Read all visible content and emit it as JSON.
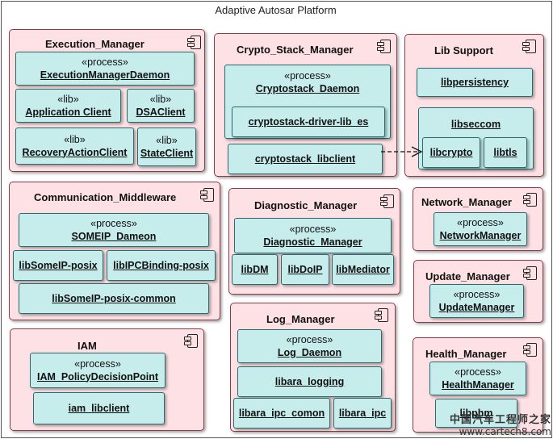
{
  "frame_title": "Adaptive Autosar Platform",
  "stereo_process": "«process»",
  "stereo_lib": "«lib»",
  "execution": {
    "title": "Execution_Manager",
    "daemon": "ExecutionManagerDaemon",
    "app_client": "Application Client",
    "dsa_client": "DSAClient",
    "recovery_client": "RecoveryActionClient",
    "state_client": "StateClient"
  },
  "crypto": {
    "title": "Crypto_Stack_Manager",
    "daemon": "Cryptostack_Daemon",
    "driver_lib": "cryptostack-driver-lib_es",
    "libclient": "cryptostack_libclient"
  },
  "libsupport": {
    "title": "Lib Support",
    "persistency": "libpersistency",
    "libseccom": "libseccom",
    "libcrypto": "libcrypto",
    "libtls": "libtls"
  },
  "communication": {
    "title": "Communication_Middleware",
    "someip_daemon": "SOMEIP_Dameon",
    "someip_posix": "libSomeIP-posix",
    "ipc_binding": "libIPCBinding-posix",
    "someip_common": "libSomeIP-posix-common"
  },
  "diagnostic": {
    "title": "Diagnostic_Manager",
    "process": "Diagnostic_Manager",
    "libdm": "libDM",
    "libdoip": "libDoIP",
    "libmediator": "libMediator"
  },
  "network": {
    "title": "Network_Manager",
    "process": "NetworkManager"
  },
  "update": {
    "title": "Update_Manager",
    "process": "UpdateManager"
  },
  "iam": {
    "title": "IAM",
    "process": "IAM_PolicyDecisionPoint",
    "libclient": "iam_libclient"
  },
  "log": {
    "title": "Log_Manager",
    "daemon": "Log_Daemon",
    "logging": "libara_logging",
    "ipc_common": "libara_ipc_comon",
    "ipc": "libara_ipc"
  },
  "health": {
    "title": "Health_Manager",
    "process": "HealthManager",
    "lib": "libphm"
  },
  "watermark": {
    "cn": "中国汽车工程师之家",
    "url": "www.cartech8.com"
  },
  "colors": {
    "package_fill": "#fde1e4",
    "component_fill": "#c7ecec",
    "package_border": "#8a3b45",
    "component_border": "#2a6a6a"
  }
}
